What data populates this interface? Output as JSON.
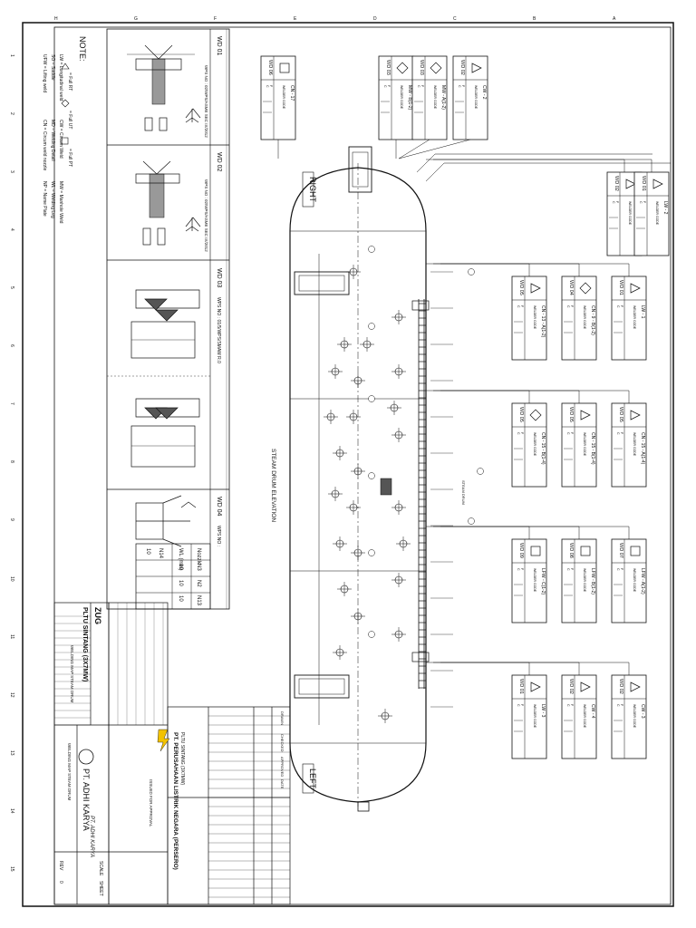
{
  "notes": {
    "title": "NOTE:",
    "items": [
      "= Full RT",
      "= Full UT",
      "= Full PT",
      "LW = Longitudinal weld",
      "CW = Circum Weld",
      "MW = Manhole Weld",
      "SO = Saddle",
      "MD = Welding Detail",
      "WL = Welding Leg",
      "UFW = Lifting weld",
      "CN = Circum weld nozzle",
      "NP = Name Plate"
    ]
  },
  "wd_sections": [
    {
      "id": "WD 01",
      "wps": "WPS NO : 02/WPS/ASME SEC IX/2012"
    },
    {
      "id": "WD 02",
      "wps": "WPS NO : 02/WPS/ASME SEC IX/2012"
    },
    {
      "id": "WD 03",
      "wps": "WPS NO : 01/5/WPS/SMAW R.0"
    },
    {
      "id": "WD 04",
      "wps": "WPS NO :"
    }
  ],
  "nozzle_table": {
    "headers": [
      "Nozzle",
      "WL (mm)"
    ],
    "rows": [
      [
        "N3",
        "10"
      ],
      [
        "N2",
        "10"
      ],
      [
        "N13",
        "10"
      ],
      [
        "N14",
        "10"
      ]
    ]
  },
  "drum": {
    "label_right": "RIGHT",
    "label_left": "LEFT",
    "center_label": "STEAM DRUM ELEVATION",
    "sub_label": "STEAM DRUM"
  },
  "weld_boxes_top": [
    {
      "wd": "WD 06",
      "weld": "CN - 17",
      "mark": "square"
    },
    {
      "wd": "WD 03",
      "weld": "MW - B(1-2)",
      "mark": "diamond"
    },
    {
      "wd": "WD 03",
      "weld": "MW - A(1-2)",
      "mark": "diamond"
    },
    {
      "wd": "WD 02",
      "weld": "CW - 2",
      "mark": "triangle"
    }
  ],
  "weld_boxes_right": [
    {
      "wd": "WD 02",
      "weld": "CW - 1",
      "mark": "triangle"
    },
    {
      "wd": "WD 01",
      "weld": "LW - 2",
      "mark": "triangle"
    },
    {
      "wd": "WD 05",
      "weld": "CN - 13 - A(1-2)",
      "mark": "triangle"
    },
    {
      "wd": "WD 04",
      "weld": "CN - 9 - B(1-2)",
      "mark": "diamond"
    },
    {
      "wd": "WD 01",
      "weld": "LW - 1",
      "mark": "triangle"
    },
    {
      "wd": "WD 05",
      "weld": "CN - 15 - B(1-4)",
      "mark": "diamond"
    },
    {
      "wd": "WD 05",
      "weld": "CN - 15 - B(1-4)",
      "mark": "triangle"
    },
    {
      "wd": "WD 05",
      "weld": "CN - 15 - A(1-4)",
      "mark": "triangle"
    },
    {
      "wd": "WD 09",
      "weld": "LFW - C(1-2)",
      "mark": "square"
    },
    {
      "wd": "WD 08",
      "weld": "LFW - B(1-2)",
      "mark": "square"
    },
    {
      "wd": "WD 07",
      "weld": "LFW - A(1-2)",
      "mark": "square"
    },
    {
      "wd": "WD 01",
      "weld": "LW - 3",
      "mark": "triangle"
    },
    {
      "wd": "WD 02",
      "weld": "CW - 4",
      "mark": "triangle"
    },
    {
      "wd": "WD 02",
      "weld": "CW - 3",
      "mark": "triangle"
    }
  ],
  "box_fields": {
    "header": "WELDER CODE",
    "rows": [
      "F",
      "C"
    ]
  },
  "title_block": {
    "project": "PLTU SINTANG (3X7MW)",
    "drawing_title": "WELDING MAP STEAM DRUM",
    "company": "PT. ADHI KARYA",
    "owner": "PT. PERUSAHAAN LISTRIK NEGARA (PERSERO)",
    "owner_sub": "PLTU SINTANG (3X7MW)",
    "brand": "ZUG",
    "rev_label": "REV",
    "rev_value": "0",
    "scale_label": "SCALE",
    "sheet_label": "SHEET",
    "issue": "ISSUED FOR APPROVAL",
    "sign_rows": [
      "DRAWN",
      "CHECKED",
      "APPROVED",
      "DATE"
    ]
  },
  "grid": {
    "rows_left": [
      "1",
      "2",
      "3",
      "4",
      "5",
      "6",
      "7",
      "8",
      "9",
      "10",
      "11",
      "12",
      "13",
      "14",
      "15"
    ],
    "cols_top": [
      "H",
      "G",
      "F",
      "E",
      "D",
      "C",
      "B",
      "A"
    ]
  },
  "colors": {
    "ink": "#111111",
    "paper": "#ffffff"
  }
}
